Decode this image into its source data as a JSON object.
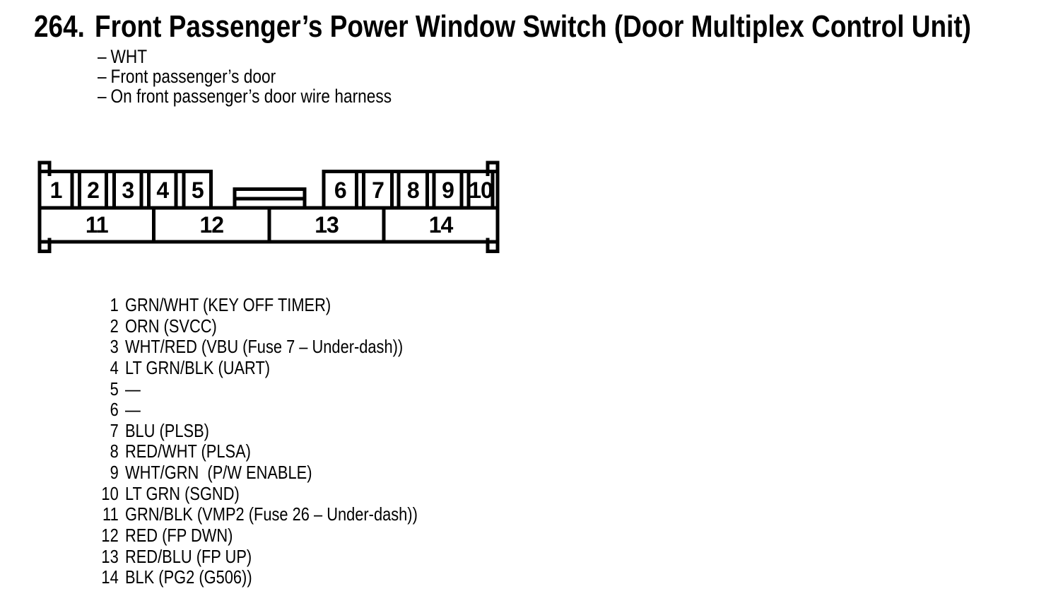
{
  "page": {
    "title_number": "264.",
    "title": "Front Passenger’s Power Window Switch (Door Multiplex Control Unit)",
    "note_dash": "–",
    "notes": [
      "WHT",
      "Front passenger’s door",
      "On front passenger’s door wire harness"
    ]
  },
  "connector": {
    "top_pins_left": [
      "1",
      "2",
      "3",
      "4",
      "5"
    ],
    "top_pins_right": [
      "6",
      "7",
      "8",
      "9",
      "10"
    ],
    "bottom_pins": [
      "11",
      "12",
      "13",
      "14"
    ]
  },
  "pin_list": [
    {
      "pin": "1",
      "desc": "GRN/WHT (KEY OFF TIMER)"
    },
    {
      "pin": "2",
      "desc": "ORN (SVCC)"
    },
    {
      "pin": "3",
      "desc": "WHT/RED (VBU (Fuse 7 – Under-dash))"
    },
    {
      "pin": "4",
      "desc": "LT GRN/BLK (UART)"
    },
    {
      "pin": "5",
      "desc": "—"
    },
    {
      "pin": "6",
      "desc": "—"
    },
    {
      "pin": "7",
      "desc": "BLU (PLSB)"
    },
    {
      "pin": "8",
      "desc": "RED/WHT (PLSA)"
    },
    {
      "pin": "9",
      "desc": "WHT/GRN  (P/W ENABLE)"
    },
    {
      "pin": "10",
      "desc": "LT GRN (SGND)"
    },
    {
      "pin": "11",
      "desc": "GRN/BLK (VMP2 (Fuse 26 – Under-dash))"
    },
    {
      "pin": "12",
      "desc": "RED (FP DWN)"
    },
    {
      "pin": "13",
      "desc": "RED/BLU (FP UP)"
    },
    {
      "pin": "14",
      "desc": "BLK (PG2 (G506))"
    }
  ],
  "colors": {
    "ink": "#000000",
    "paper": "#ffffff"
  }
}
